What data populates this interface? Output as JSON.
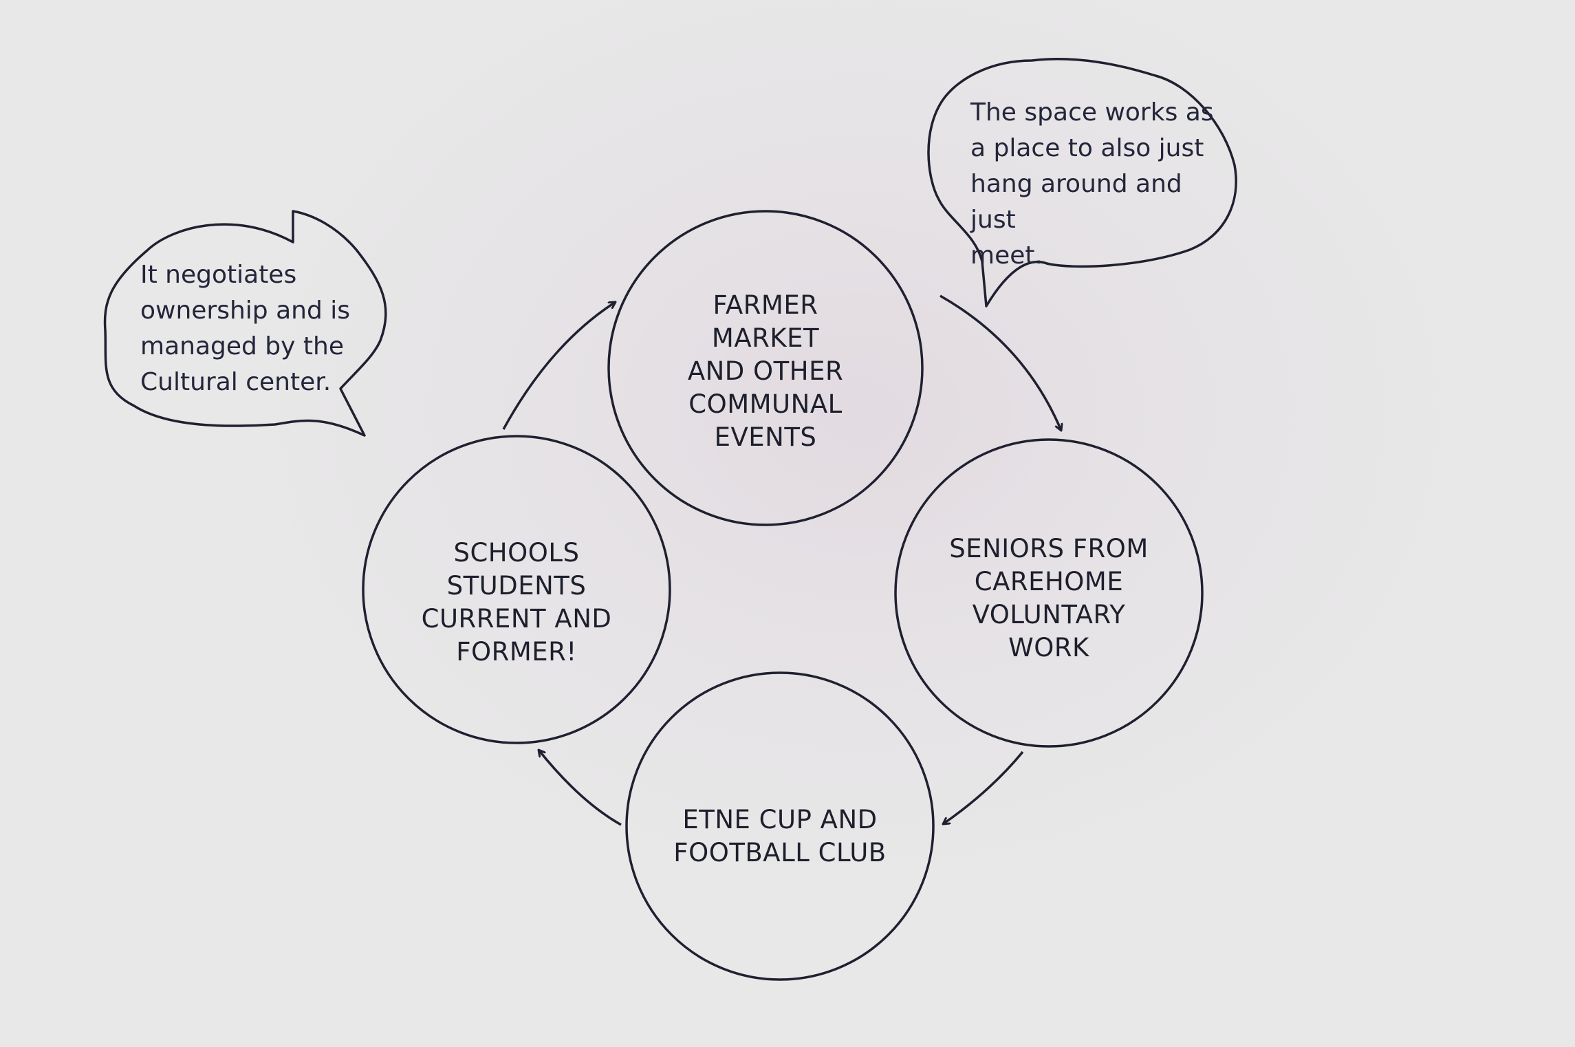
{
  "diagram": {
    "nodes": [
      {
        "id": "farmer",
        "label": "FARMER\nMARKET\nAND OTHER\nCOMMUNAL\nEVENTS"
      },
      {
        "id": "seniors",
        "label": "SENIORS FROM\nCAREHOME\nVOLUNTARY\nWORK"
      },
      {
        "id": "etne",
        "label": "ETNE CUP AND\nFOOTBALL CLUB"
      },
      {
        "id": "schools",
        "label": "SCHOOLS\nSTUDENTS\nCURRENT AND\nFORMER!"
      }
    ],
    "edges": [
      {
        "from": "farmer",
        "to": "seniors"
      },
      {
        "from": "seniors",
        "to": "etne"
      },
      {
        "from": "etne",
        "to": "schools"
      },
      {
        "from": "schools",
        "to": "farmer"
      }
    ],
    "callouts": [
      {
        "id": "ownership",
        "text": "It negotiates\nownership and is\nmanaged by the\nCultural center."
      },
      {
        "id": "space",
        "text": "The space works as\na place to also just\nhang around and just\nmeet."
      }
    ]
  },
  "colors": {
    "stroke": "#1f2030",
    "text": "#1d1f2c",
    "background": "#e8e8e8"
  }
}
